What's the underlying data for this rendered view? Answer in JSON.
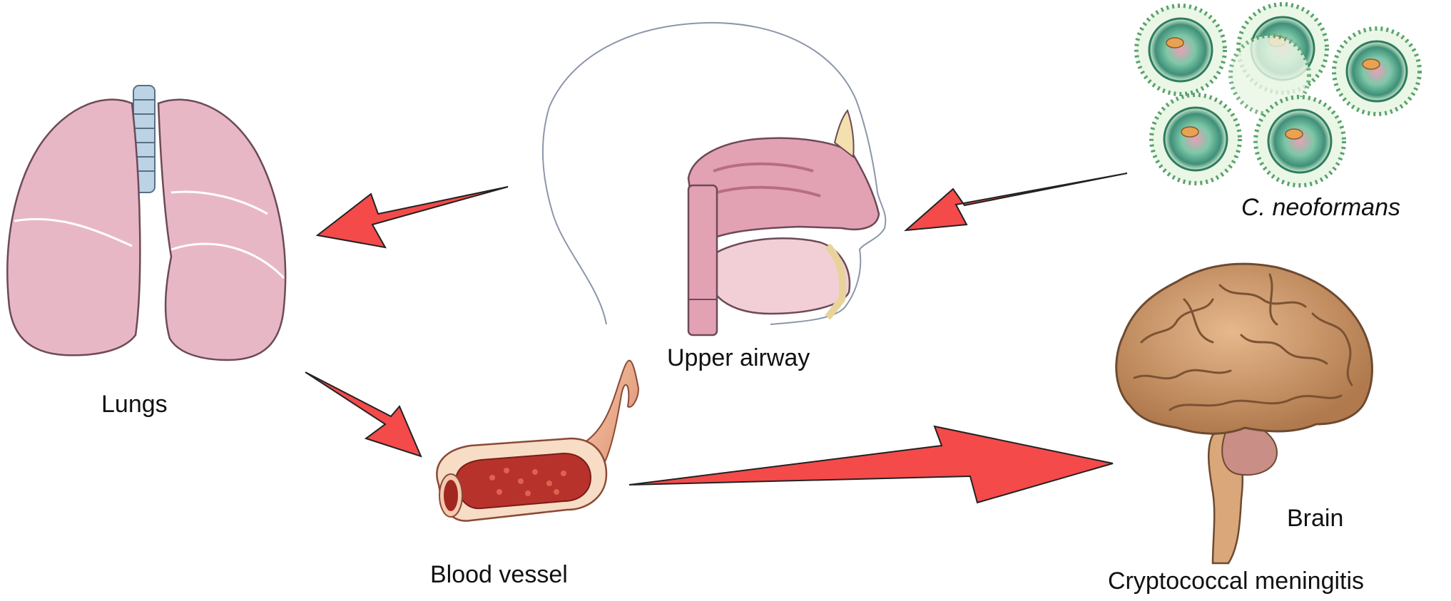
{
  "labels": {
    "lungs": "Lungs",
    "upper_airway": "Upper airway",
    "blood_vessel": "Blood vessel",
    "fungus": "C. neoformans",
    "brain": "Brain",
    "disease": "Cryptococcal meningitis"
  },
  "colors": {
    "arrow_fill": "#f44a4a",
    "arrow_stroke": "#222222",
    "lung_pink": "#e8b7c6",
    "brain_tan": "#c9956a",
    "fungus_green": "#5aa36c",
    "vessel_red": "#b8322c"
  },
  "icons": [
    "lungs-illustration",
    "head-airway-illustration",
    "cryptococcus-cells-illustration",
    "blood-vessel-illustration",
    "brain-illustration"
  ]
}
